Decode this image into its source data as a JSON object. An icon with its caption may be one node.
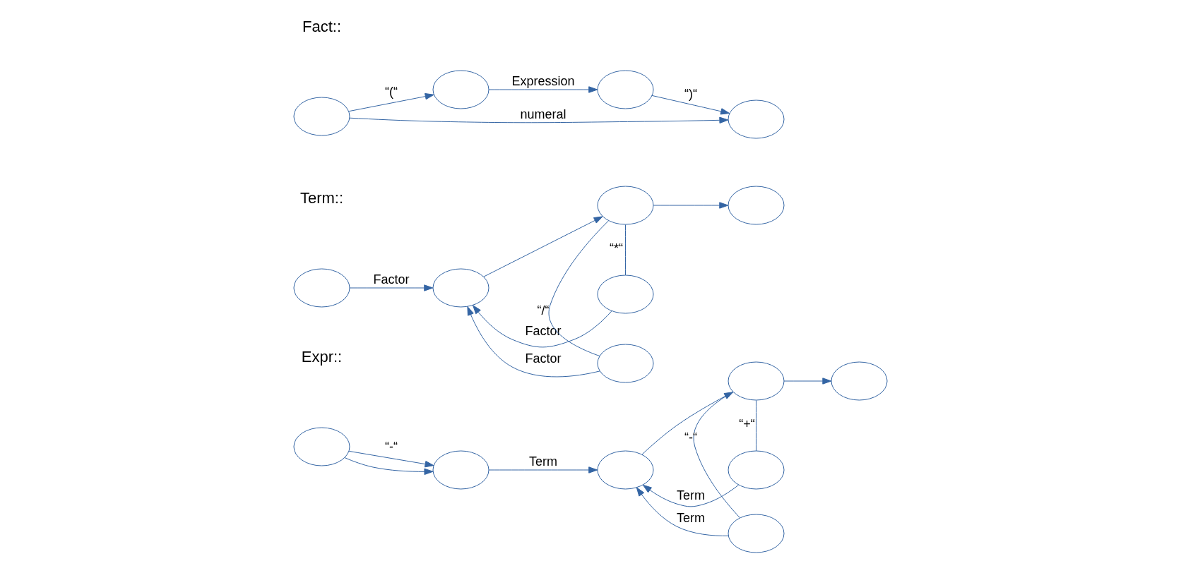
{
  "diagram": {
    "nodes": [
      {
        "text": [],
        "shape": "ellipse"
      },
      {
        "text": [],
        "shape": "ellipse"
      },
      {
        "text": [],
        "shape": "ellipse"
      },
      {
        "text": [],
        "shape": "ellipse"
      },
      {
        "text": [],
        "shape": "ellipse"
      },
      {
        "text": [],
        "shape": "ellipse"
      },
      {
        "text": [],
        "shape": "ellipse"
      },
      {
        "text": [],
        "shape": "ellipse"
      },
      {
        "text": [],
        "shape": "ellipse"
      },
      {
        "text": [],
        "shape": "ellipse"
      },
      {
        "text": [],
        "shape": "ellipse"
      },
      {
        "text": [],
        "shape": "ellipse"
      },
      {
        "text": [],
        "shape": "ellipse"
      },
      {
        "text": [],
        "shape": "ellipse"
      },
      {
        "text": [],
        "shape": "ellipse"
      },
      {
        "text": [],
        "shape": "ellipse"
      },
      {
        "text": [],
        "shape": "ellipse"
      }
    ],
    "edges": [
      {
        "from": 0,
        "to": 1,
        "label": "“-“",
        "arrow": "to"
      },
      {
        "from": 0,
        "to": 1,
        "arrow": "to"
      },
      {
        "from": 1,
        "to": 2,
        "label": "Term",
        "arrow": "to"
      },
      {
        "from": 2,
        "to": 3,
        "arrow": "to"
      },
      {
        "from": 3,
        "to": 4,
        "arrow": "to"
      },
      {
        "from": 5,
        "to": 3,
        "label": "“+“",
        "arrow": "none"
      },
      {
        "from": 5,
        "to": 2,
        "label": "Term",
        "arrow": "to"
      },
      {
        "from": 6,
        "to": 3,
        "label": "“-“",
        "arrow": "none"
      },
      {
        "from": 6,
        "to": 2,
        "label": "Term",
        "arrow": "to"
      },
      {
        "from": 7,
        "to": 8,
        "label": "Factor",
        "arrow": "to"
      },
      {
        "from": 8,
        "to": 9,
        "arrow": "to"
      },
      {
        "from": 9,
        "to": 10,
        "arrow": "to"
      },
      {
        "from": 11,
        "to": 9,
        "label": "“*“",
        "arrow": "none"
      },
      {
        "from": 11,
        "to": 8,
        "label": "Factor",
        "arrow": "to"
      },
      {
        "from": 12,
        "to": 9,
        "label": "“/“",
        "arrow": "none"
      },
      {
        "from": 12,
        "to": 8,
        "label": "Factor",
        "arrow": "to"
      },
      {
        "from": 13,
        "to": 16,
        "label": "numeral",
        "arrow": "to"
      },
      {
        "from": 13,
        "to": 14,
        "label": "“(“",
        "arrow": "to"
      },
      {
        "from": 14,
        "to": 15,
        "label": "Expression",
        "arrow": "to"
      },
      {
        "from": 15,
        "to": 16,
        "label": "“)“",
        "arrow": "to"
      }
    ],
    "labels": [
      "Expr::",
      "Term::",
      "Fact::"
    ]
  }
}
